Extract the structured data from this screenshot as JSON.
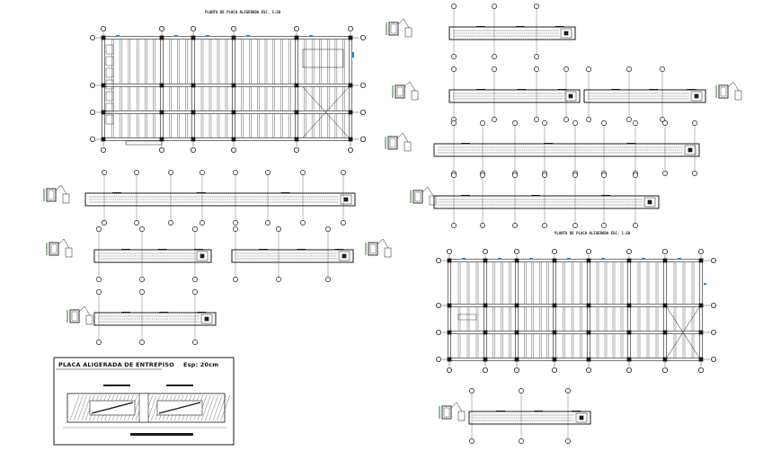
{
  "drawing": {
    "plan_title_left": "PLANTA DE PLACA ALIGERADA ESC. 1:50",
    "plan_title_right": "PLANTA DE PLACA ALIGERADA ESC. 1:50",
    "detail_title": "PLACA ALIGERADA DE ENTREPISO",
    "detail_thickness": "Esp: 20cm"
  },
  "colors": {
    "line": "#1a1a1a",
    "accent_blue": "#1e88e5",
    "accent_green": "#2e7d32",
    "paper": "#ffffff"
  }
}
